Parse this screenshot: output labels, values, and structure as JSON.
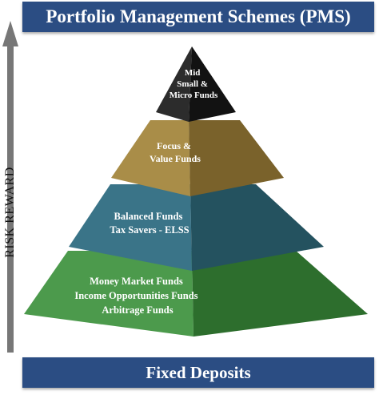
{
  "title": "Portfolio Management Schemes (PMS)",
  "base_label": "Fixed Deposits",
  "axis_label": "RISK REWARD",
  "tiers": [
    {
      "lines": [
        "Mid",
        "Small &",
        "Micro Funds"
      ],
      "color": "#1f1f1f"
    },
    {
      "lines": [
        "Focus &",
        "Value Funds"
      ],
      "color": "#9a7f3c"
    },
    {
      "lines": [
        "Balanced Funds",
        "Tax Savers - ELSS"
      ],
      "color": "#2e6478"
    },
    {
      "lines": [
        "Money Market Funds",
        "Income Opportunities Funds",
        "Arbitrage Funds"
      ],
      "color": "#3c8a3c"
    }
  ]
}
